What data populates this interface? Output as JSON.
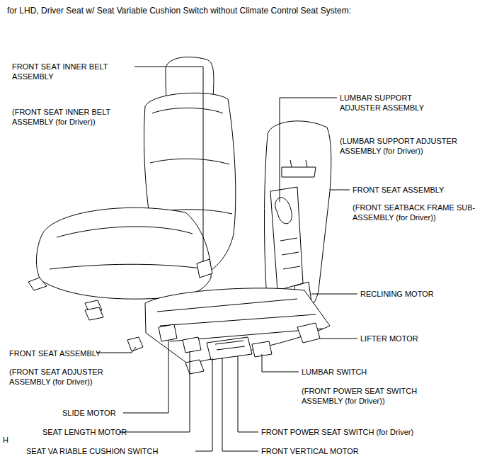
{
  "diagram": {
    "title": "for LHD, Driver Seat w/ Seat Variable Cushion Switch without Climate Control Seat System:",
    "labels": [
      "FRONT SEAT INNER BELT ASSEMBLY",
      "(FRONT SEAT INNER BELT ASSEMBLY (for Driver))",
      "LUMBAR SUPPORT ADJUSTER ASSEMBLY",
      "(LUMBAR SUPPORT ADJUSTER ASSEMBLY (for Driver))",
      "FRONT SEAT ASSEMBLY",
      "(FRONT SEATBACK FRAME SUB-ASSEMBLY (for Driver))",
      "RECLINING MOTOR",
      "LIFTER MOTOR",
      "FRONT SEAT ASSEMBLY",
      "(FRONT SEAT ADJUSTER ASSEMBLY (for Driver))",
      "LUMBAR SWITCH",
      "(FRONT POWER SEAT SWITCH ASSEMBLY (for Driver))",
      "SLIDE MOTOR",
      "SEAT LENGTH MOTOR",
      "FRONT POWER SEAT SWITCH (for Driver)",
      "SEAT VA RIABLE CUSHION SWITCH",
      "FRONT VERTICAL MOTOR",
      "H"
    ]
  }
}
